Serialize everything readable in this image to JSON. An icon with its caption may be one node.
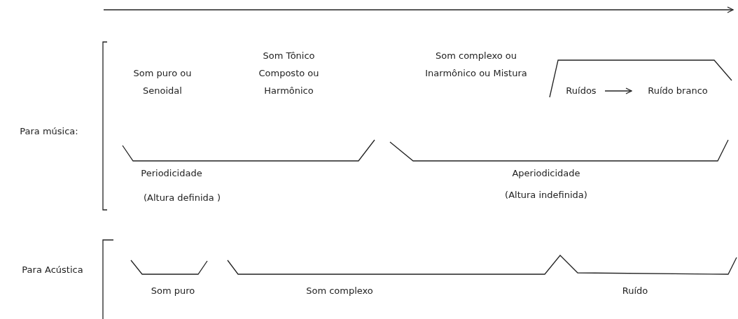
{
  "diagram": {
    "nodes": [
      {
        "text": [
          "Ruídos"
        ]
      },
      {
        "text": [
          "Ruído branco"
        ]
      }
    ],
    "edges": [
      {
        "from": 0,
        "to": 1,
        "arrow": "to"
      }
    ],
    "labels": [
      "Som puro ou Senoidal",
      "Som Tônico Composto ou Harmônico",
      "Som complexo ou Inarmônico ou Mistura",
      "Para música:",
      "Periodicidade",
      "(Altura definida )",
      "Aperiodicidade",
      "(Altura indefinida)",
      "Para Acústica",
      "Som puro",
      "Som complexo",
      "Ruído"
    ]
  }
}
